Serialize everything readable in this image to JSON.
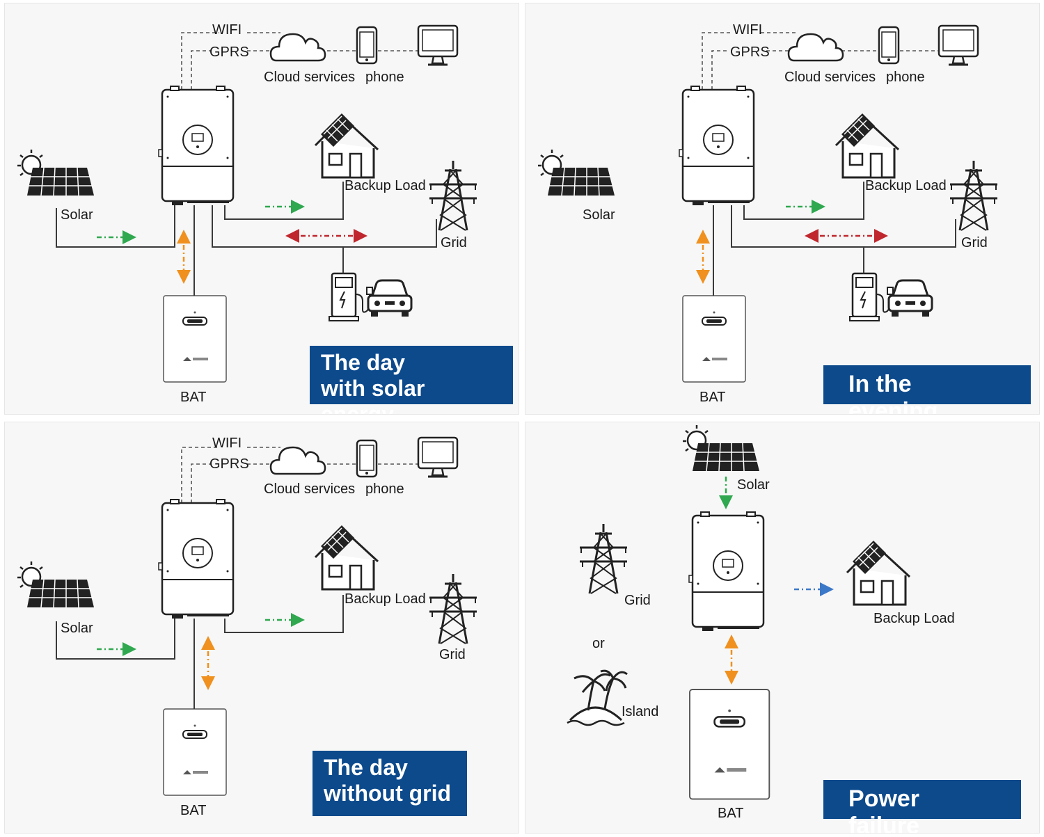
{
  "colors": {
    "banner": "#0c4a8c",
    "flow_solar": "#2fa84f",
    "flow_grid": "#c0262d",
    "flow_battery": "#f0901e",
    "flow_backup": "#3c78c8",
    "line": "#3a3a3a"
  },
  "icons": [
    "cloud-icon",
    "phone-icon",
    "monitor-icon",
    "inverter-icon",
    "house-icon",
    "solar-panel-icon",
    "tower-icon",
    "ev-charger-icon",
    "car-icon",
    "battery-icon",
    "island-icon"
  ],
  "panels": [
    {
      "banner_line1": "The day",
      "banner_line2": "with solar energy",
      "wifi": "WIFI",
      "gprs": "GPRS",
      "cloud": "Cloud services",
      "phone": "phone",
      "backup": "Backup Load",
      "solar": "Solar",
      "grid": "Grid",
      "bat": "BAT"
    },
    {
      "banner_line1": "In the evening",
      "wifi": "WIFI",
      "gprs": "GPRS",
      "cloud": "Cloud services",
      "phone": "phone",
      "backup": "Backup Load",
      "solar": "Solar",
      "grid": "Grid",
      "bat": "BAT"
    },
    {
      "banner_line1": "The day",
      "banner_line2": "without grid",
      "wifi": "WIFI",
      "gprs": "GPRS",
      "cloud": "Cloud services",
      "phone": "phone",
      "backup": "Backup Load",
      "solar": "Solar",
      "grid": "Grid",
      "bat": "BAT"
    },
    {
      "banner_line1": "Power failure",
      "solar": "Solar",
      "grid": "Grid",
      "or": "or",
      "island": "Island",
      "backup": "Backup Load",
      "bat": "BAT"
    }
  ]
}
